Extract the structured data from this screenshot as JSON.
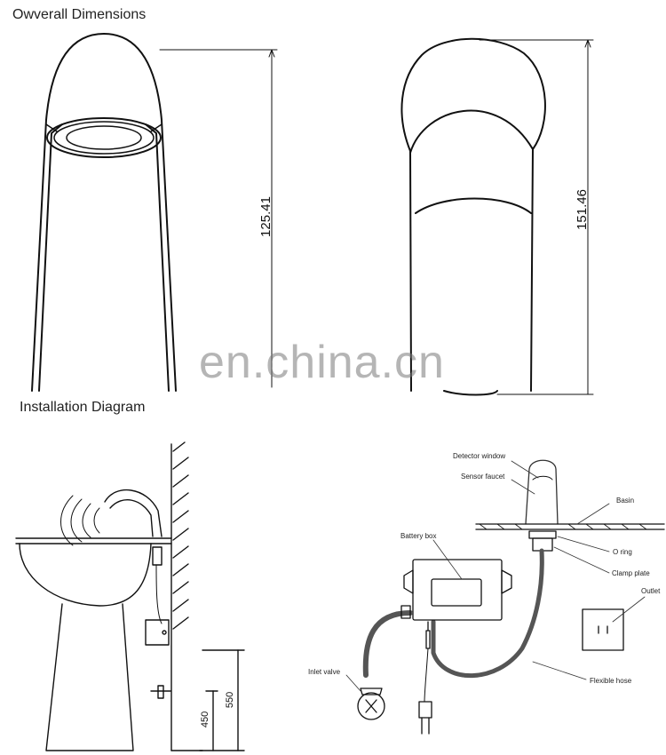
{
  "titles": {
    "overall": "Owverall Dimensions",
    "installation": "Installation Diagram"
  },
  "dimensions": {
    "front_height": "125.41",
    "side_height": "151.46",
    "install_height_550": "550",
    "install_height_450": "450"
  },
  "labels": {
    "detector_window": "Detector window",
    "sensor_faucet": "Sensor faucet",
    "basin": "Basin",
    "battery_box": "Battery box",
    "o_ring": "O ring",
    "clamp_plate": "Clamp plate",
    "outlet": "Outlet",
    "inlet_valve": "Inlet valve",
    "flexible_hose": "Flexible hose"
  },
  "watermark": "en.china.cn"
}
